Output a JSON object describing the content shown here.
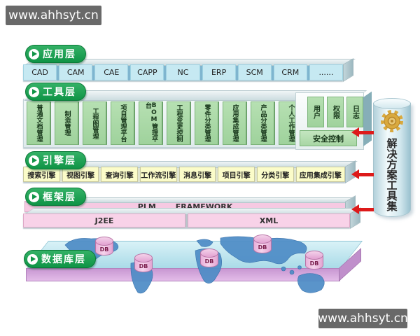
{
  "watermark": {
    "text": "www.ahhsyt.cn"
  },
  "solution_toolset": {
    "label": "解决方案工具集"
  },
  "layers": {
    "application": {
      "label": "应用层",
      "items": [
        "CAD",
        "CAM",
        "CAE",
        "CAPP",
        "NC",
        "ERP",
        "SCM",
        "CRM",
        "......"
      ]
    },
    "tools": {
      "label": "工具层",
      "items": [
        "普通文档管理",
        "制造管理",
        "工程图管理",
        "项目管理平台",
        "BOM管理平台",
        "工程变更控制",
        "零件分类管理",
        "应用集成管理",
        "产品分类管理",
        "个人工作管理"
      ],
      "security": {
        "cells": [
          "用户",
          "权限",
          "日志"
        ],
        "bar": "安全控制"
      }
    },
    "engine": {
      "label": "引擎层",
      "items": [
        "搜索引擎",
        "视图引擎",
        "查询引擎",
        "工作流引擎",
        "消息引擎",
        "项目引擎",
        "分类引擎",
        "应用集成引擎"
      ]
    },
    "framework": {
      "label": "框架层",
      "row1_left": "PLM",
      "row1_right": "FRAMEWORK",
      "row2": [
        "J2EE",
        "XML"
      ]
    },
    "database": {
      "label": "数据库层",
      "db_label": "DB"
    }
  },
  "colors": {
    "label_green": "#0f9446",
    "app_cell_blue": "#c6e9f2",
    "tool_cell_green": "#a9d9a6",
    "engine_cell_yellow": "#fbfcc9",
    "framework_pink": "#f6c9e2",
    "db_slab_front_purple": "#d2a5da",
    "db_cylinder_pink": "#efc0e2",
    "arrow_red": "#dd1a1a",
    "map_blue": "#4d8cc6",
    "watermark_gray": "#696969",
    "gear_gold": "#d9a93e"
  }
}
